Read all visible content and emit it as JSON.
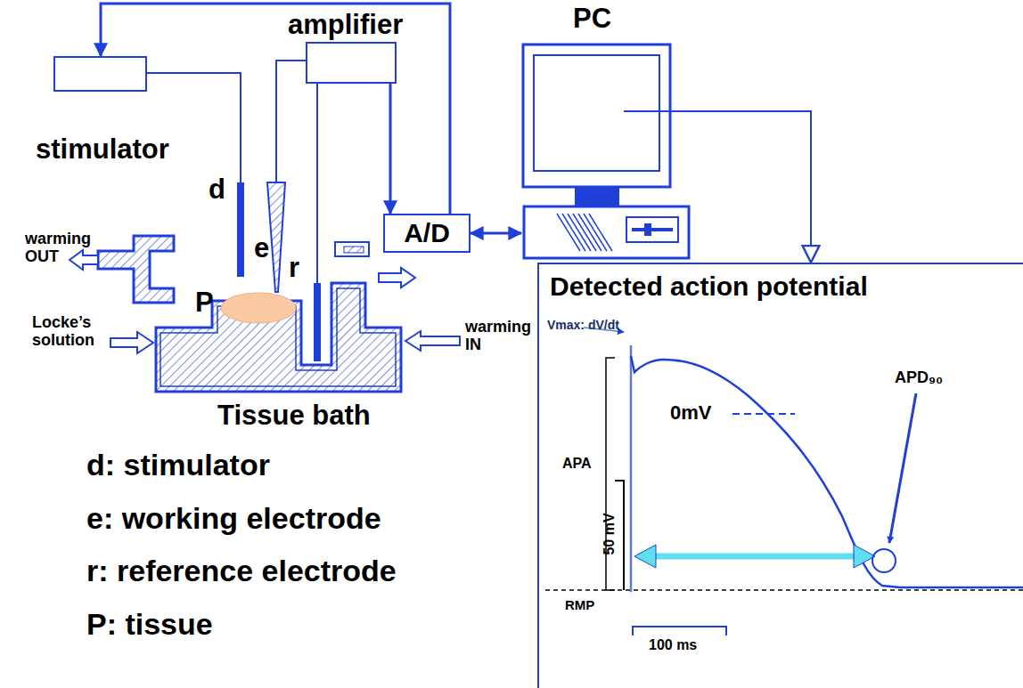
{
  "diagram": {
    "nodes": [
      {
        "text": [
          "stimulator"
        ]
      },
      {
        "text": [
          "amplifier"
        ]
      },
      {
        "text": [
          "A/D"
        ]
      },
      {
        "text": [
          "PC"
        ]
      },
      {
        "text": [
          "Detected action potential"
        ]
      }
    ],
    "edges": [
      {
        "from": 1,
        "to": 2,
        "arrow": "to"
      },
      {
        "from": 2,
        "to": 0,
        "arrow": "to"
      },
      {
        "from": 2,
        "to": 3,
        "arrow": "both"
      },
      {
        "from": 3,
        "to": 4,
        "arrow": "to"
      }
    ],
    "labels": [
      "d",
      "e",
      "r",
      "P",
      "warming OUT",
      "Locke’s solution",
      "warming IN",
      "Tissue bath",
      "d: stimulator",
      "e: working electrode",
      "r: reference electrode",
      "P: tissue",
      "Vmax: dV/dt",
      "0mV",
      "APA",
      "50 mV",
      "RMP",
      "100 ms",
      "APD₉₀"
    ]
  }
}
